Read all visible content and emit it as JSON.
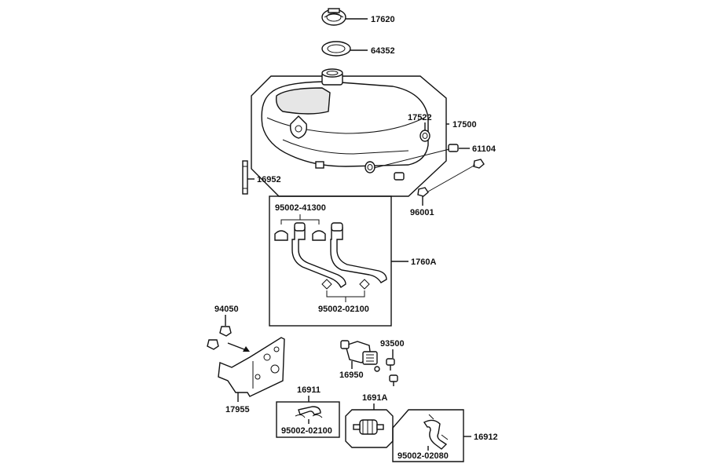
{
  "parts": {
    "p17620": "17620",
    "p64352": "64352",
    "p17522": "17522",
    "p17500": "17500",
    "p61104": "61104",
    "p16952": "16952",
    "p96001": "96001",
    "p95002_41300": "95002-41300",
    "p1760A": "1760A",
    "p95002_02100_a": "95002-02100",
    "p94050": "94050",
    "p93500": "93500",
    "p16950": "16950",
    "p17955": "17955",
    "p16911": "16911",
    "p1691A": "1691A",
    "p95002_02100_b": "95002-02100",
    "p16912": "16912",
    "p95002_02080": "95002-02080"
  },
  "colors": {
    "line": "#111111",
    "fill": "#ffffff",
    "shade": "#e6e6e6"
  }
}
